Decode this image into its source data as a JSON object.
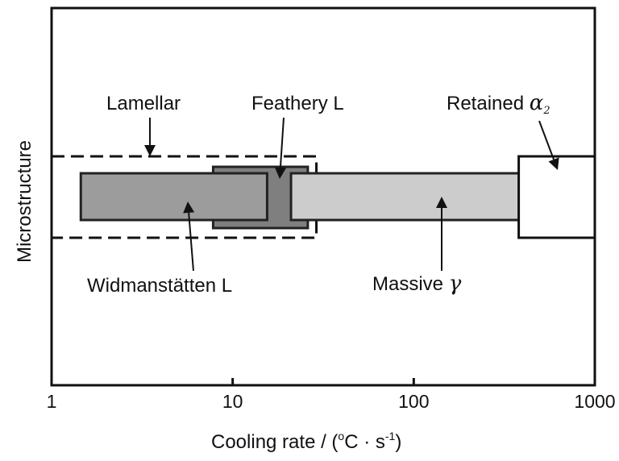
{
  "chart_data": {
    "type": "range",
    "xlabel_main": "Cooling rate / (",
    "xlabel_sup1": "o",
    "xlabel_mid": "C · s",
    "xlabel_sup2": "-1",
    "xlabel_end": ")",
    "ylabel": "Microstructure",
    "xscale": "log",
    "xlim": [
      1,
      1000
    ],
    "xticks": [
      {
        "value": 1,
        "label": "1"
      },
      {
        "value": 10,
        "label": "10"
      },
      {
        "value": 100,
        "label": "100"
      },
      {
        "value": 1000,
        "label": "1000"
      }
    ],
    "grid": false,
    "ranges": [
      {
        "name": "Lamellar",
        "start": 1.0,
        "end": 29,
        "fill": "none",
        "stroke": "#111111",
        "dashed": true,
        "row": "outer"
      },
      {
        "name": "Feathery L",
        "start": 7.8,
        "end": 26,
        "fill": "#7f7f7f",
        "stroke": "#222222",
        "dashed": false,
        "row": "mid"
      },
      {
        "name": "Widmanstätten L",
        "start": 1.45,
        "end": 15.5,
        "fill": "#9c9c9c",
        "stroke": "#222222",
        "dashed": false,
        "row": "inner"
      },
      {
        "name": "Massive",
        "start": 21,
        "end": 410,
        "fill": "#cccccc",
        "stroke": "#222222",
        "dashed": false,
        "row": "inner"
      },
      {
        "name": "Retained",
        "start": 380,
        "end": 1000,
        "fill": "#ffffff",
        "stroke": "#111111",
        "dashed": false,
        "row": "outer"
      }
    ],
    "annotations": [
      {
        "text": "Lamellar",
        "greek": "",
        "points_to": "Lamellar"
      },
      {
        "text": "Feathery L",
        "greek": "",
        "points_to": "Feathery L"
      },
      {
        "text": "Retained ",
        "greek": "α",
        "greek_sub": "2",
        "points_to": "Retained"
      },
      {
        "text": "Widmanstätten L",
        "greek": "",
        "points_to": "Widmanstätten L"
      },
      {
        "text": "Massive ",
        "greek": "γ",
        "points_to": "Massive"
      }
    ]
  }
}
